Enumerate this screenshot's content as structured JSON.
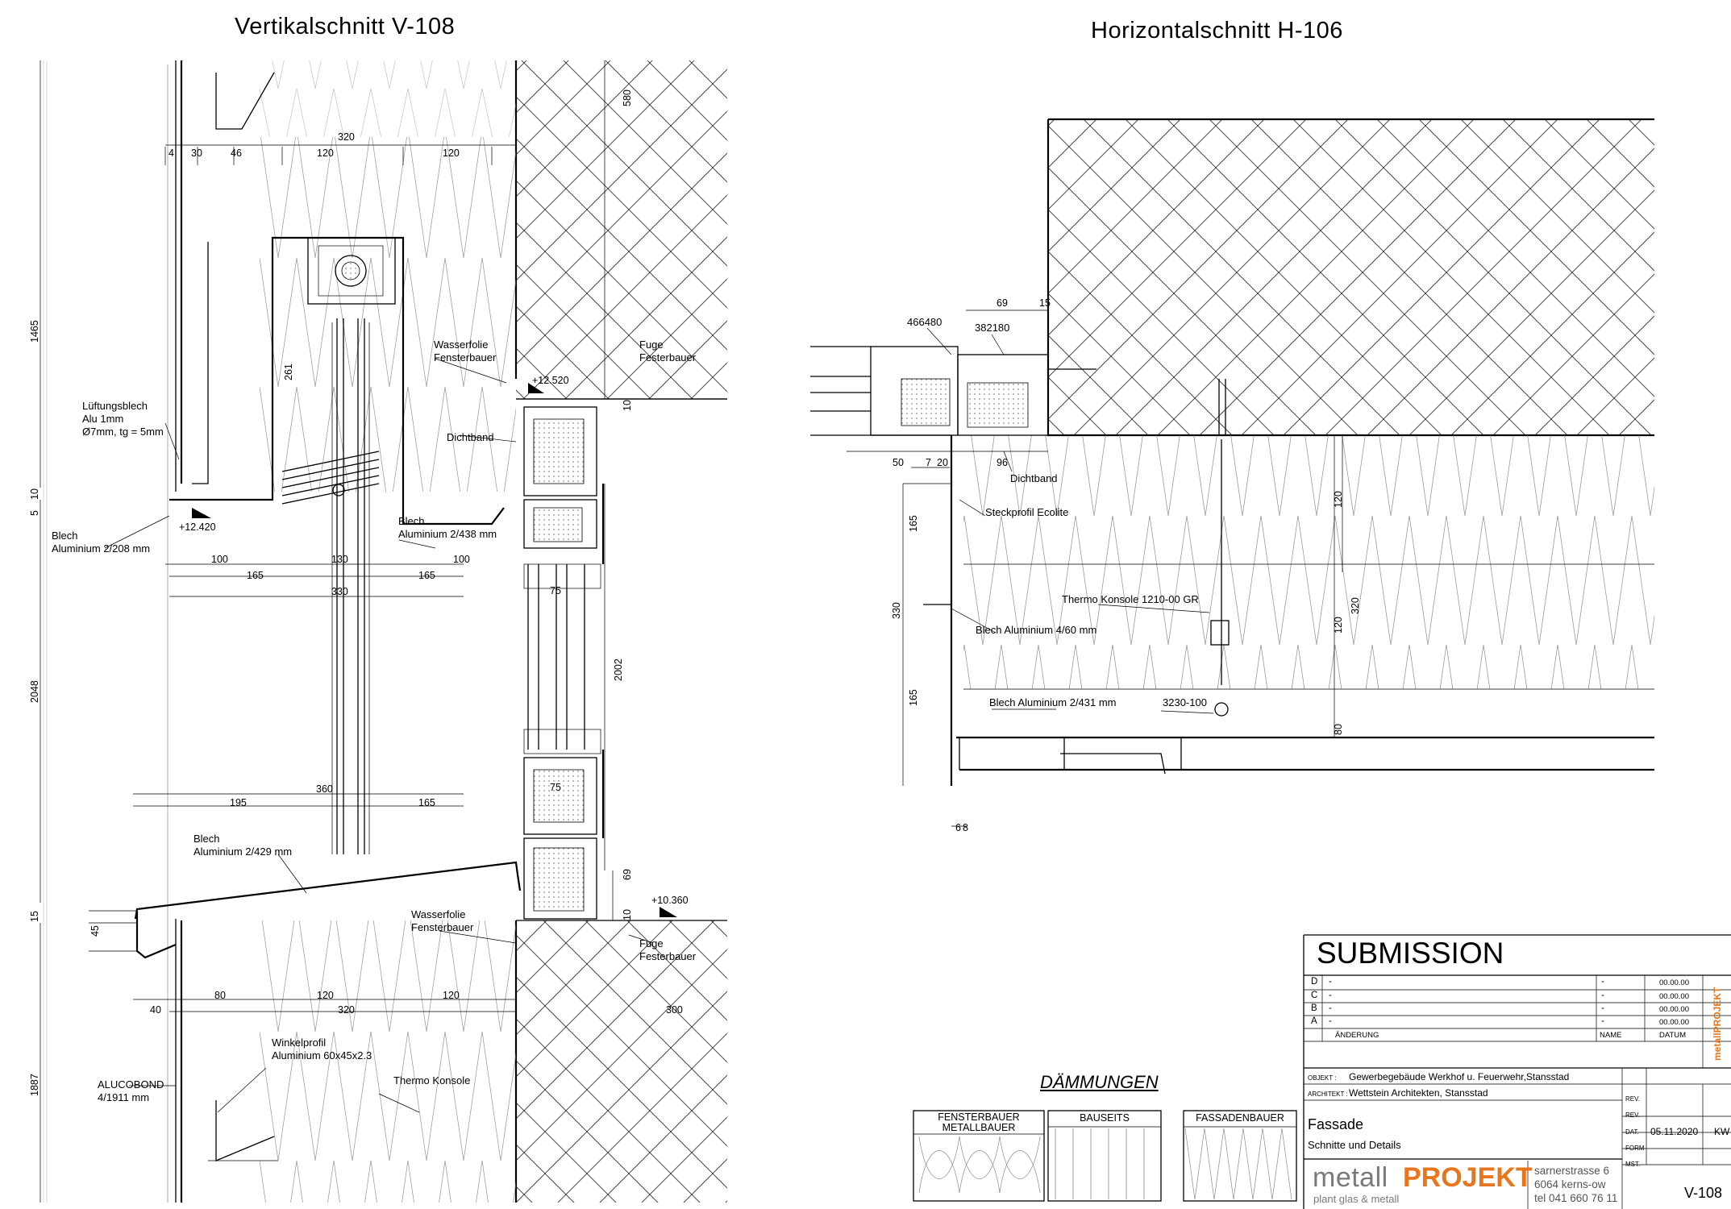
{
  "titles": {
    "vertical": "Vertikalschnitt V-108",
    "horizontal": "Horizontalschnitt H-106"
  },
  "vertical_labels": {
    "lueftungsblech_1": "Lüftungsblech",
    "lueftungsblech_2": "Alu 1mm",
    "lueftungsblech_3": "Ø7mm, tg = 5mm",
    "blech_208_1": "Blech",
    "blech_208_2": "Aluminium 2/208 mm",
    "wasserfolie_top_1": "Wasserfolie",
    "wasserfolie_top_2": "Fensterbauer",
    "fuge_top_1": "Fuge",
    "fuge_top_2": "Festerbauer",
    "dichtband": "Dichtband",
    "blech_438_1": "Blech",
    "blech_438_2": "Aluminium 2/438 mm",
    "blech_429_1": "Blech",
    "blech_429_2": "Aluminium 2/429 mm",
    "wasserfolie_bot_1": "Wasserfolie",
    "wasserfolie_bot_2": "Fensterbauer",
    "fuge_bot_1": "Fuge",
    "fuge_bot_2": "Festerbauer",
    "winkelprofil_1": "Winkelprofil",
    "winkelprofil_2": "Aluminium 60x45x2.3",
    "thermo_konsole": "Thermo Konsole",
    "alucobond_1": "ALUCOBOND",
    "alucobond_2": "4/1911 mm",
    "level_top": "+12.520",
    "level_mid": "+12.420",
    "level_bot": "+10.360"
  },
  "vertical_dims": {
    "d_320_top": "320",
    "d_4": "4",
    "d_30": "30",
    "d_46": "46",
    "d_120_a": "120",
    "d_120_b": "120",
    "d_580": "580",
    "d_1465": "1465",
    "d_261": "261",
    "d_10_top": "10",
    "d_5": "5",
    "d_10_left": "10",
    "d_100_a": "100",
    "d_130": "130",
    "d_100_b": "100",
    "d_165_a": "165",
    "d_165_b": "165",
    "d_330": "330",
    "d_75_top": "75",
    "d_2048": "2048",
    "d_2002": "2002",
    "d_360": "360",
    "d_195": "195",
    "d_165_c": "165",
    "d_75_bot": "75",
    "d_69": "69",
    "d_15": "15",
    "d_45": "45",
    "d_10_bot": "10",
    "d_80": "80",
    "d_120_c": "120",
    "d_120_d": "120",
    "d_40": "40",
    "d_320_bot": "320",
    "d_300": "300",
    "d_1887": "1887"
  },
  "horizontal_labels": {
    "p466480": "466480",
    "p382180": "382180",
    "dichtband": "Dichtband",
    "steckprofil": "Steckprofil Ecolite",
    "thermo_konsole": "Thermo Konsole 1210-00 GR",
    "blech_460": "Blech Aluminium 4/60 mm",
    "blech_431": "Blech Aluminium 2/431 mm",
    "p3230": "3230-100"
  },
  "horizontal_dims": {
    "d_69": "69",
    "d_15": "15",
    "d_50": "50",
    "d_7": "7",
    "d_20": "20",
    "d_96": "96",
    "d_165_a": "165",
    "d_330": "330",
    "d_165_b": "165",
    "d_120_a": "120",
    "d_320": "320",
    "d_120_b": "120",
    "d_80": "80",
    "d_6": "6",
    "d_8": "8"
  },
  "legend": {
    "title": "DÄMMUNGEN",
    "box1_line1": "FENSTERBAUER",
    "box1_line2": "METALLBAUER",
    "box2": "BAUSEITS",
    "box3": "FASSADENBAUER"
  },
  "title_block": {
    "status": "SUBMISSION",
    "revisions": [
      {
        "letter": "D",
        "text": "-",
        "name": "-",
        "date": "00.00.00"
      },
      {
        "letter": "C",
        "text": "-",
        "name": "-",
        "date": "00.00.00"
      },
      {
        "letter": "B",
        "text": "-",
        "name": "-",
        "date": "00.00.00"
      },
      {
        "letter": "A",
        "text": "-",
        "name": "-",
        "date": "00.00.00"
      }
    ],
    "col_aenderung": "ÄNDERUNG",
    "col_name": "NAME",
    "col_datum": "DATUM",
    "objekt_label": "OBJEKT :",
    "objekt_value": "Gewerbegebäude Werkhof u. Feuerwehr,Stansstad",
    "architekt_label": "ARCHITEKT :",
    "architekt_value": "Wettstein Architekten, Stansstad",
    "plan_title": "Fassade",
    "plan_subtitle": "Schnitte und Details",
    "rev_label": "REV.",
    "rev_label2": "REV.",
    "dat_label": "DAT.",
    "dat_value": "05.11.2020",
    "initials": "KW",
    "form_label": "FORM",
    "mst_label": "MST.",
    "plan_number": "V-108",
    "logo_metall": "metall",
    "logo_projekt": "PROJEKT",
    "logo_sub": "plant glas & metall",
    "address_1": "sarnerstrasse 6",
    "address_2": "6064 kerns-ow",
    "address_3": "tel 041 660 76 11",
    "vertical_logo": "metallPROJEKT"
  }
}
